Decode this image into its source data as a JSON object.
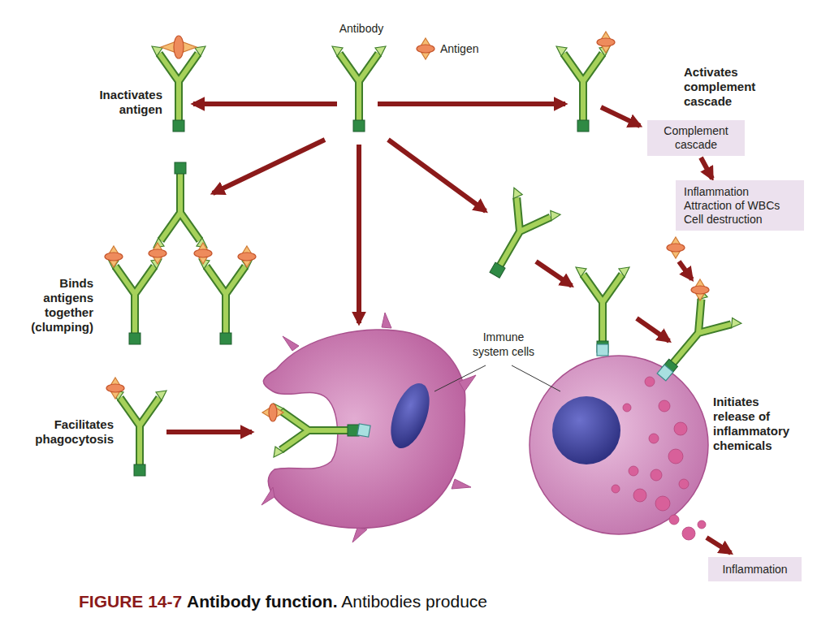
{
  "diagram": {
    "caption": "FIGURE 14-7 Antibody function. Antibodies produce",
    "nodes": [
      {
        "text": [
          "Complement cascade"
        ]
      },
      {
        "text": [
          "Inflammation Attraction of WBCs Cell destruction"
        ]
      },
      {
        "text": [
          "Inflammation"
        ]
      }
    ],
    "edges": [
      {
        "from": 0,
        "to": 1,
        "arrow": "to"
      }
    ],
    "labels": [
      "Antibody",
      "Antigen",
      "Inactivates antigen",
      "Activates complement cascade",
      "Binds antigens together (clumping)",
      "Facilitates phagocytosis",
      "Immune system cells",
      "Initiates release of inflammatory chemicals"
    ]
  }
}
